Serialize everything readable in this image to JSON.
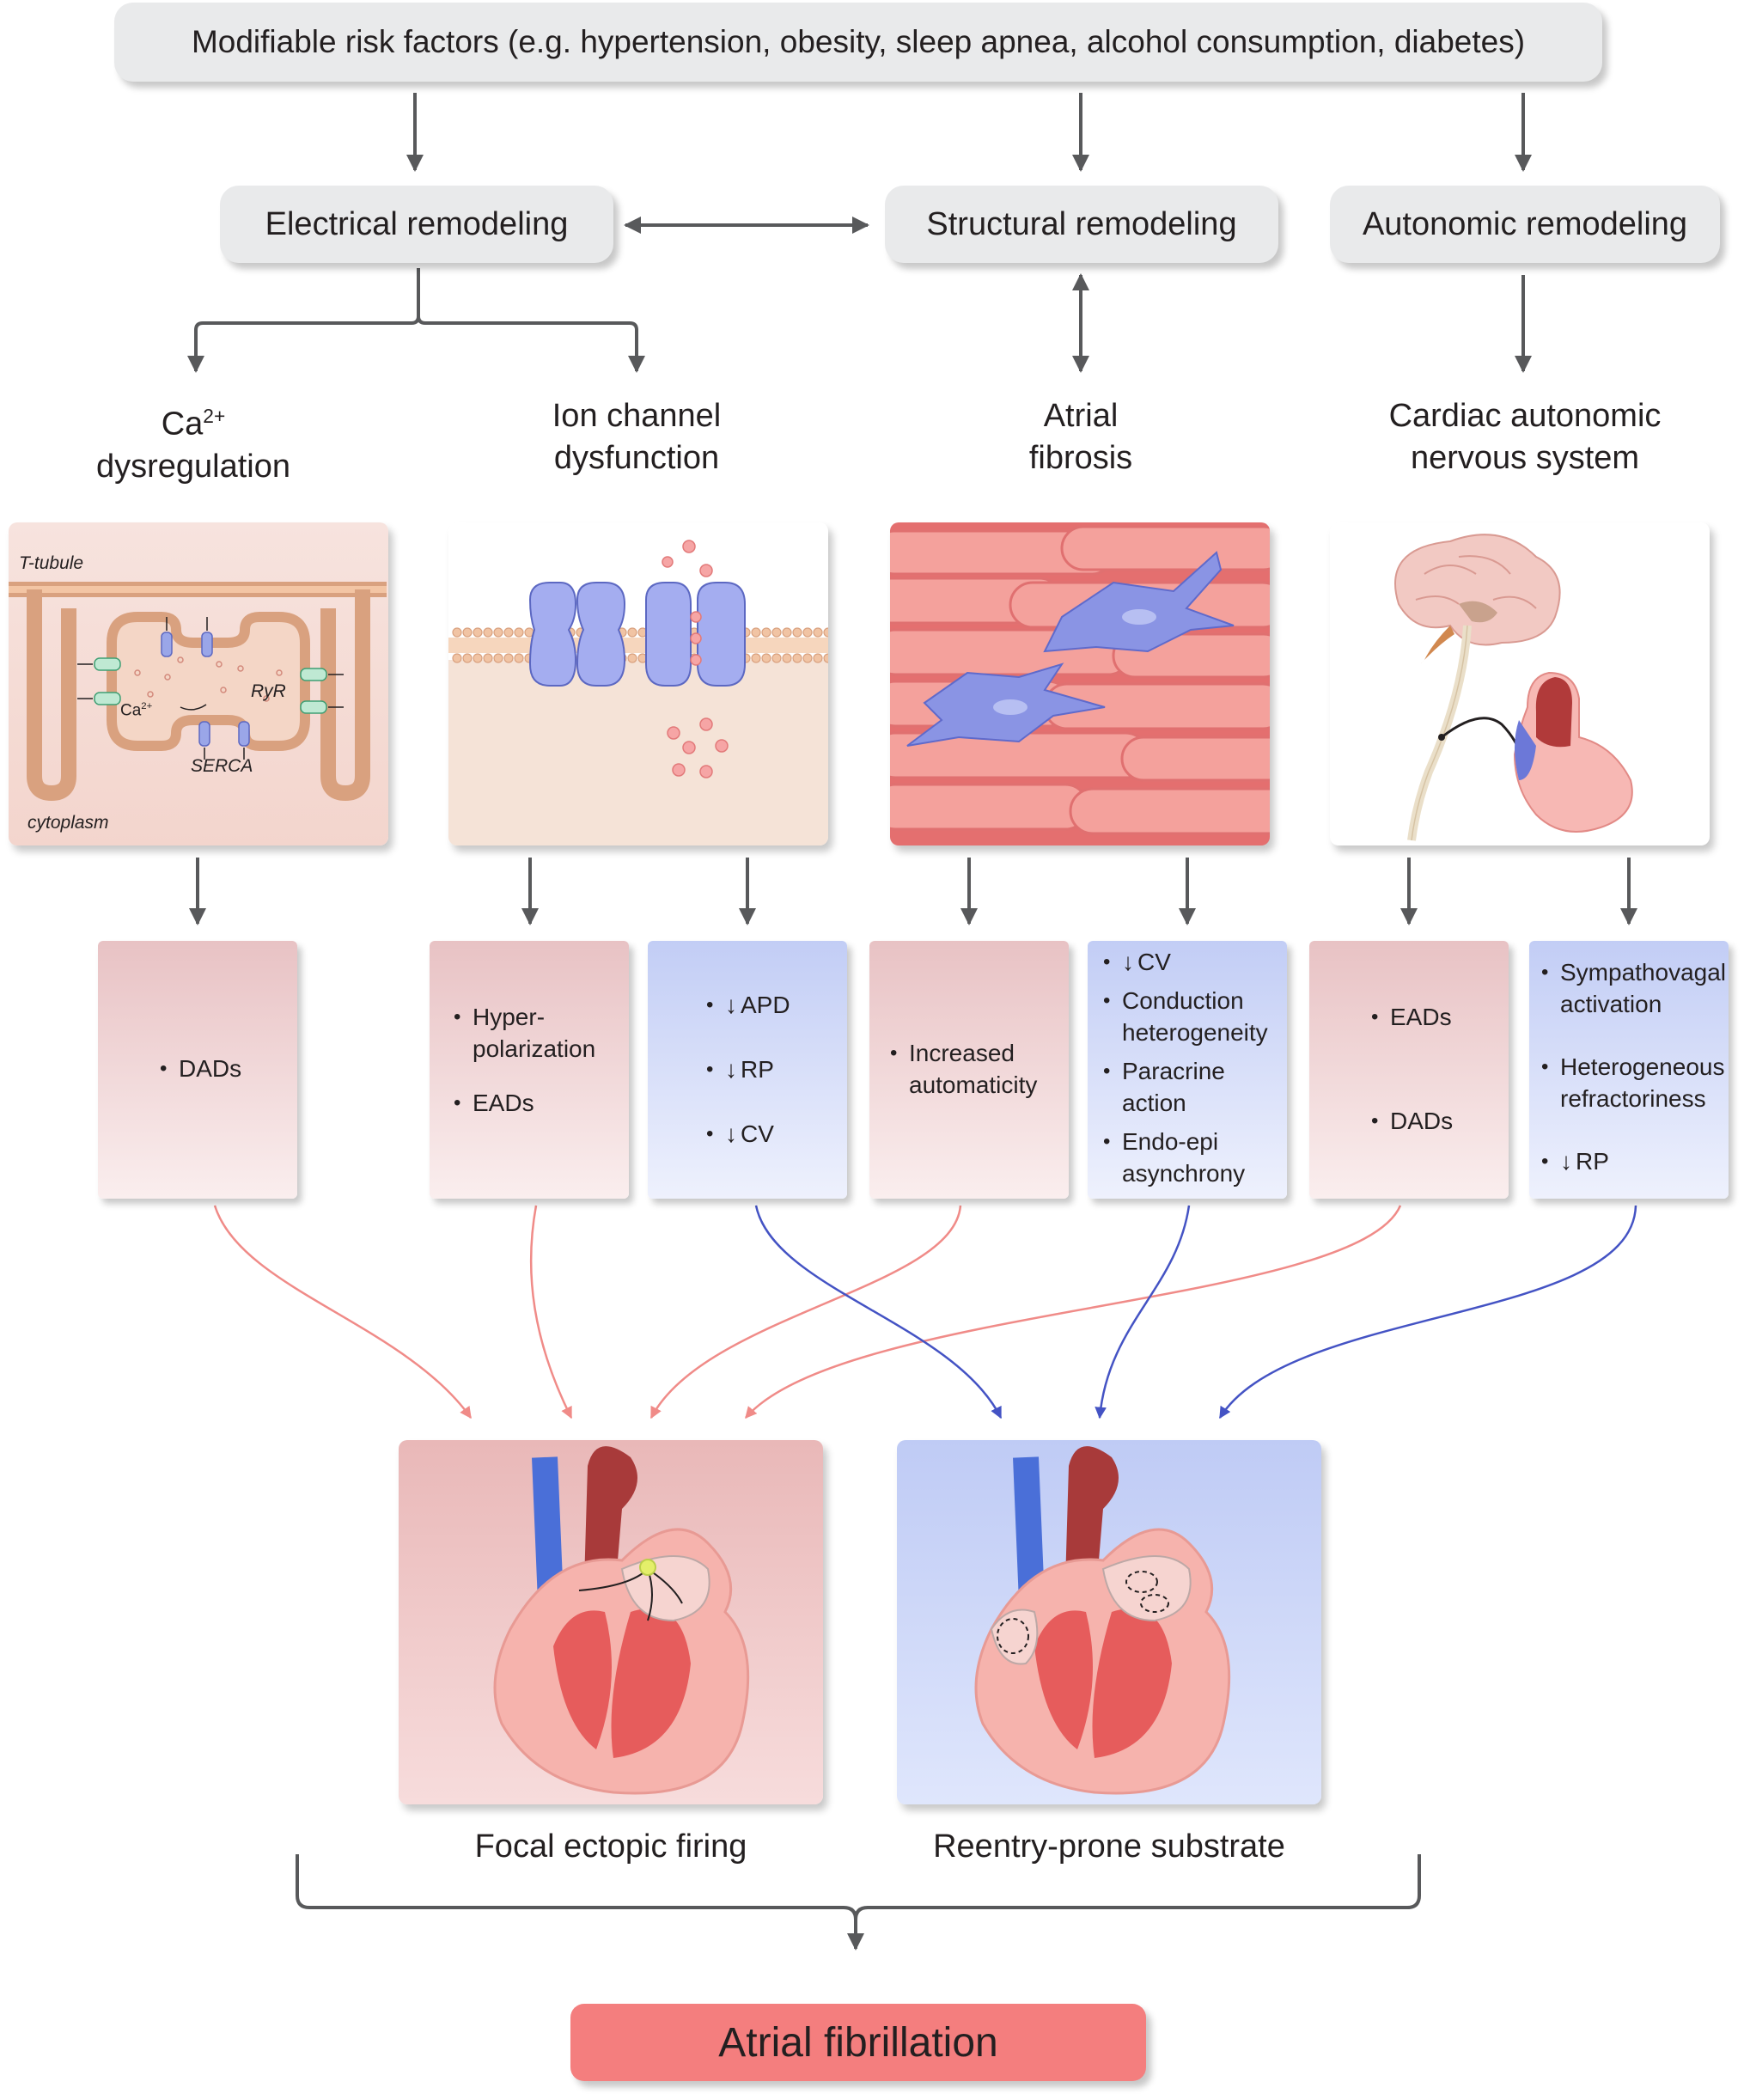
{
  "risk_factors": "Modifiable risk factors (e.g. hypertension, obesity, sleep apnea, alcohol consumption, diabetes)",
  "remodeling": {
    "electrical": "Electrical remodeling",
    "structural": "Structural remodeling",
    "autonomic": "Autonomic remodeling"
  },
  "categories": {
    "ca": {
      "line1": "Ca",
      "sup": "2+",
      "line2": "dysregulation"
    },
    "ion": {
      "line1": "Ion channel",
      "line2": "dysfunction"
    },
    "fibrosis": {
      "line1": "Atrial",
      "line2": "fibrosis"
    },
    "autonomic": {
      "line1": "Cardiac autonomic",
      "line2": "nervous system"
    }
  },
  "panel_labels": {
    "t_tubule": "T-tubule",
    "cytoplasm": "cytoplasm",
    "ryr": "RyR",
    "serca": "SERCA",
    "ca": "Ca",
    "ca_sup": "2+"
  },
  "boxes": {
    "dads": [
      "DADs"
    ],
    "hyper": [
      "Hyper-\npolarization",
      "EADs"
    ],
    "apd": [
      "APD",
      "RP",
      "CV"
    ],
    "auto": [
      "Increased\nautomaticity"
    ],
    "cv": [
      "CV",
      "Conduction\nheterogeneity",
      "Paracrine\naction",
      "Endo-epi\nasynchrony"
    ],
    "eads": [
      "EADs",
      "DADs"
    ],
    "symp": [
      "Sympathovagal\nactivation",
      "Heterogeneous\nrefractoriness",
      "RP"
    ]
  },
  "down_arrow": "↓",
  "outcomes": {
    "focal": "Focal ectopic firing",
    "reentry": "Reentry-prone substrate"
  },
  "final": "Atrial fibrillation",
  "colors": {
    "red_arrow": "#f08b88",
    "blue_arrow": "#4453c4",
    "gray_arrow": "#58595b",
    "pill": "#e9eaeb",
    "af": "#f47e7e"
  }
}
